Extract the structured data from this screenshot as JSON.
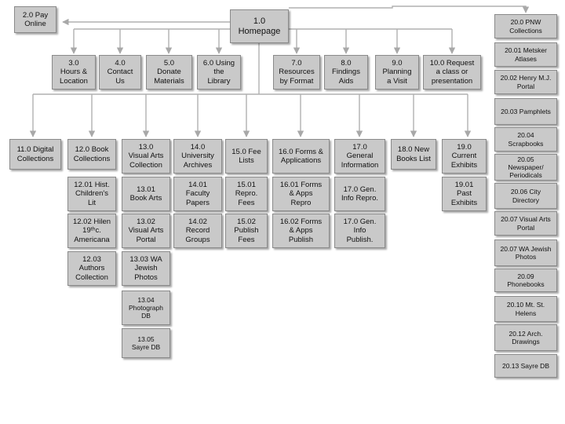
{
  "nodes": {
    "n1": "1.0\nHomepage",
    "n2": "2.0 Pay\nOnline",
    "n3": "3.0\nHours &\nLocation",
    "n4": "4.0\nContact\nUs",
    "n5": "5.0\nDonate\nMaterials",
    "n6": "6.0 Using\nthe\nLibrary",
    "n7": "7.0\nResources\nby Format",
    "n8": "8.0\nFindings\nAids",
    "n9": "9.0\nPlanning\na Visit",
    "n10": "10.0 Request\na class or\npresentation",
    "n11": "11.0 Digital\nCollections",
    "n12": "12.0 Book\nCollections",
    "n13": "13.0\nVisual Arts\nCollection",
    "n14": "14.0\nUniversity\nArchives",
    "n15": "15.0 Fee\nLists",
    "n16": "16.0 Forms &\nApplications",
    "n17": "17.0\nGeneral\nInformation",
    "n18": "18.0 New\nBooks List",
    "n19": "19.0\nCurrent\nExhibits",
    "n12_01": "12.01 Hist.\nChildren's\nLit",
    "n12_02": "12.02 Hilen\n19ᵗʰc.\nAmericana",
    "n12_03": "12.03\nAuthors\nCollection",
    "n13_01": "13.01\nBook Arts",
    "n13_02": "13.02\nVisual Arts\nPortal",
    "n13_03": "13.03 WA\nJewish\nPhotos",
    "n13_04": "13.04\nPhotograph\nDB",
    "n13_05": "13.05\nSayre DB",
    "n14_01": "14.01\nFaculty\nPapers",
    "n14_02": "14.02\nRecord\nGroups",
    "n15_01": "15.01\nRepro.\nFees",
    "n15_02": "15.02\nPublish\nFees",
    "n16_01": "16.01 Forms\n& Apps\nRepro",
    "n16_02": "16.02 Forms\n& Apps\nPublish",
    "n17_r": "17.0 Gen.\nInfo Repro.",
    "n17_p": "17.0 Gen.\nInfo\nPublish.",
    "n19_01": "19.01\nPast\nExhibits",
    "n20": "20.0 PNW\nCollections",
    "n20_01": "20.01 Metsker\nAtlases",
    "n20_02": "20.02 Henry M.J.\nPortal",
    "n20_03": "20.03 Pamphlets",
    "n20_04": "20.04\nScrapbooks",
    "n20_05": "20.05\nNewspaper/\nPeriodicals",
    "n20_06": "20.06 City\nDirectory",
    "n20_07a": "20.07 Visual Arts\nPortal",
    "n20_07b": "20.07 WA Jewish\nPhotos",
    "n20_09": "20.09\nPhonebooks",
    "n20_10": "20.10 Mt. St.\nHelens",
    "n20_12": "20.12 Arch.\nDrawings",
    "n20_13": "20.13 Sayre DB"
  },
  "colors": {
    "box_fill": "#c9c9c9",
    "box_border": "#8a8a8a",
    "connector": "#b0b0b0"
  }
}
